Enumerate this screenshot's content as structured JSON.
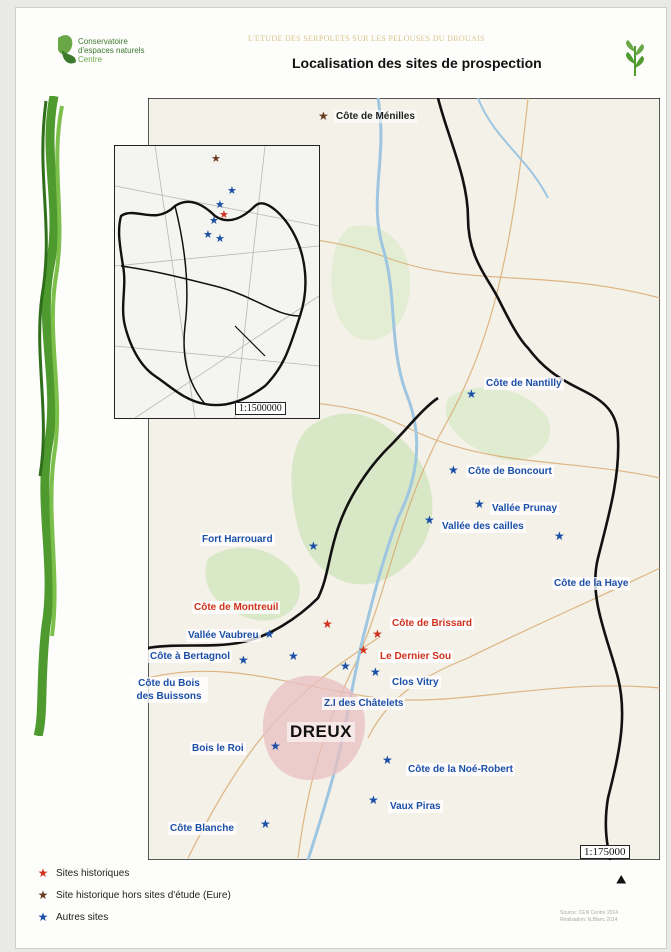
{
  "header": {
    "logo_line1": "Conservatoire",
    "logo_line2": "d'espaces naturels",
    "logo_line3": "Centre",
    "study_title": "L'ETUDE DES SERPOLETS SUR LES PELOUSES DU DROUAIS",
    "title": "Localisation des sites de prospection"
  },
  "colors": {
    "blue": "#1b4fa8",
    "red": "#d0321e",
    "brown": "#6b3a1f",
    "river": "#9fc6e0"
  },
  "map": {
    "top_label": "Côte de Ménilles",
    "city": "DREUX",
    "inset_scale": "1:1500000",
    "scale": "1:175000",
    "sites_blue": [
      "Côte de Nantilly",
      "Côte de Boncourt",
      "Vallée Prunay",
      "Vallée des cailles",
      "Fort Harrouard",
      "Côte de la Haye",
      "Vallée Vaubreu",
      "Côte à Bertagnol",
      "Côte du Bois des Buissons",
      "Clos Vitry",
      "Z.I des Châtelets",
      "Bois le Roi",
      "Côte de la Noé-Robert",
      "Vaux Piras",
      "Côte Blanche"
    ],
    "sites_red": [
      "Côte de Montreuil",
      "Côte de Brissard",
      "Le Dernier Sou"
    ]
  },
  "legend": [
    {
      "icon": "red-star-icon",
      "label": "Sites historiques"
    },
    {
      "icon": "brown-star-icon",
      "label": "Site historique hors sites d'étude (Eure)"
    },
    {
      "icon": "blue-star-icon",
      "label": "Autres sites"
    }
  ],
  "footer": {
    "line1": "Source: CEN Centre 2014",
    "line2": "Réalisation: N.Blanc 2014"
  }
}
